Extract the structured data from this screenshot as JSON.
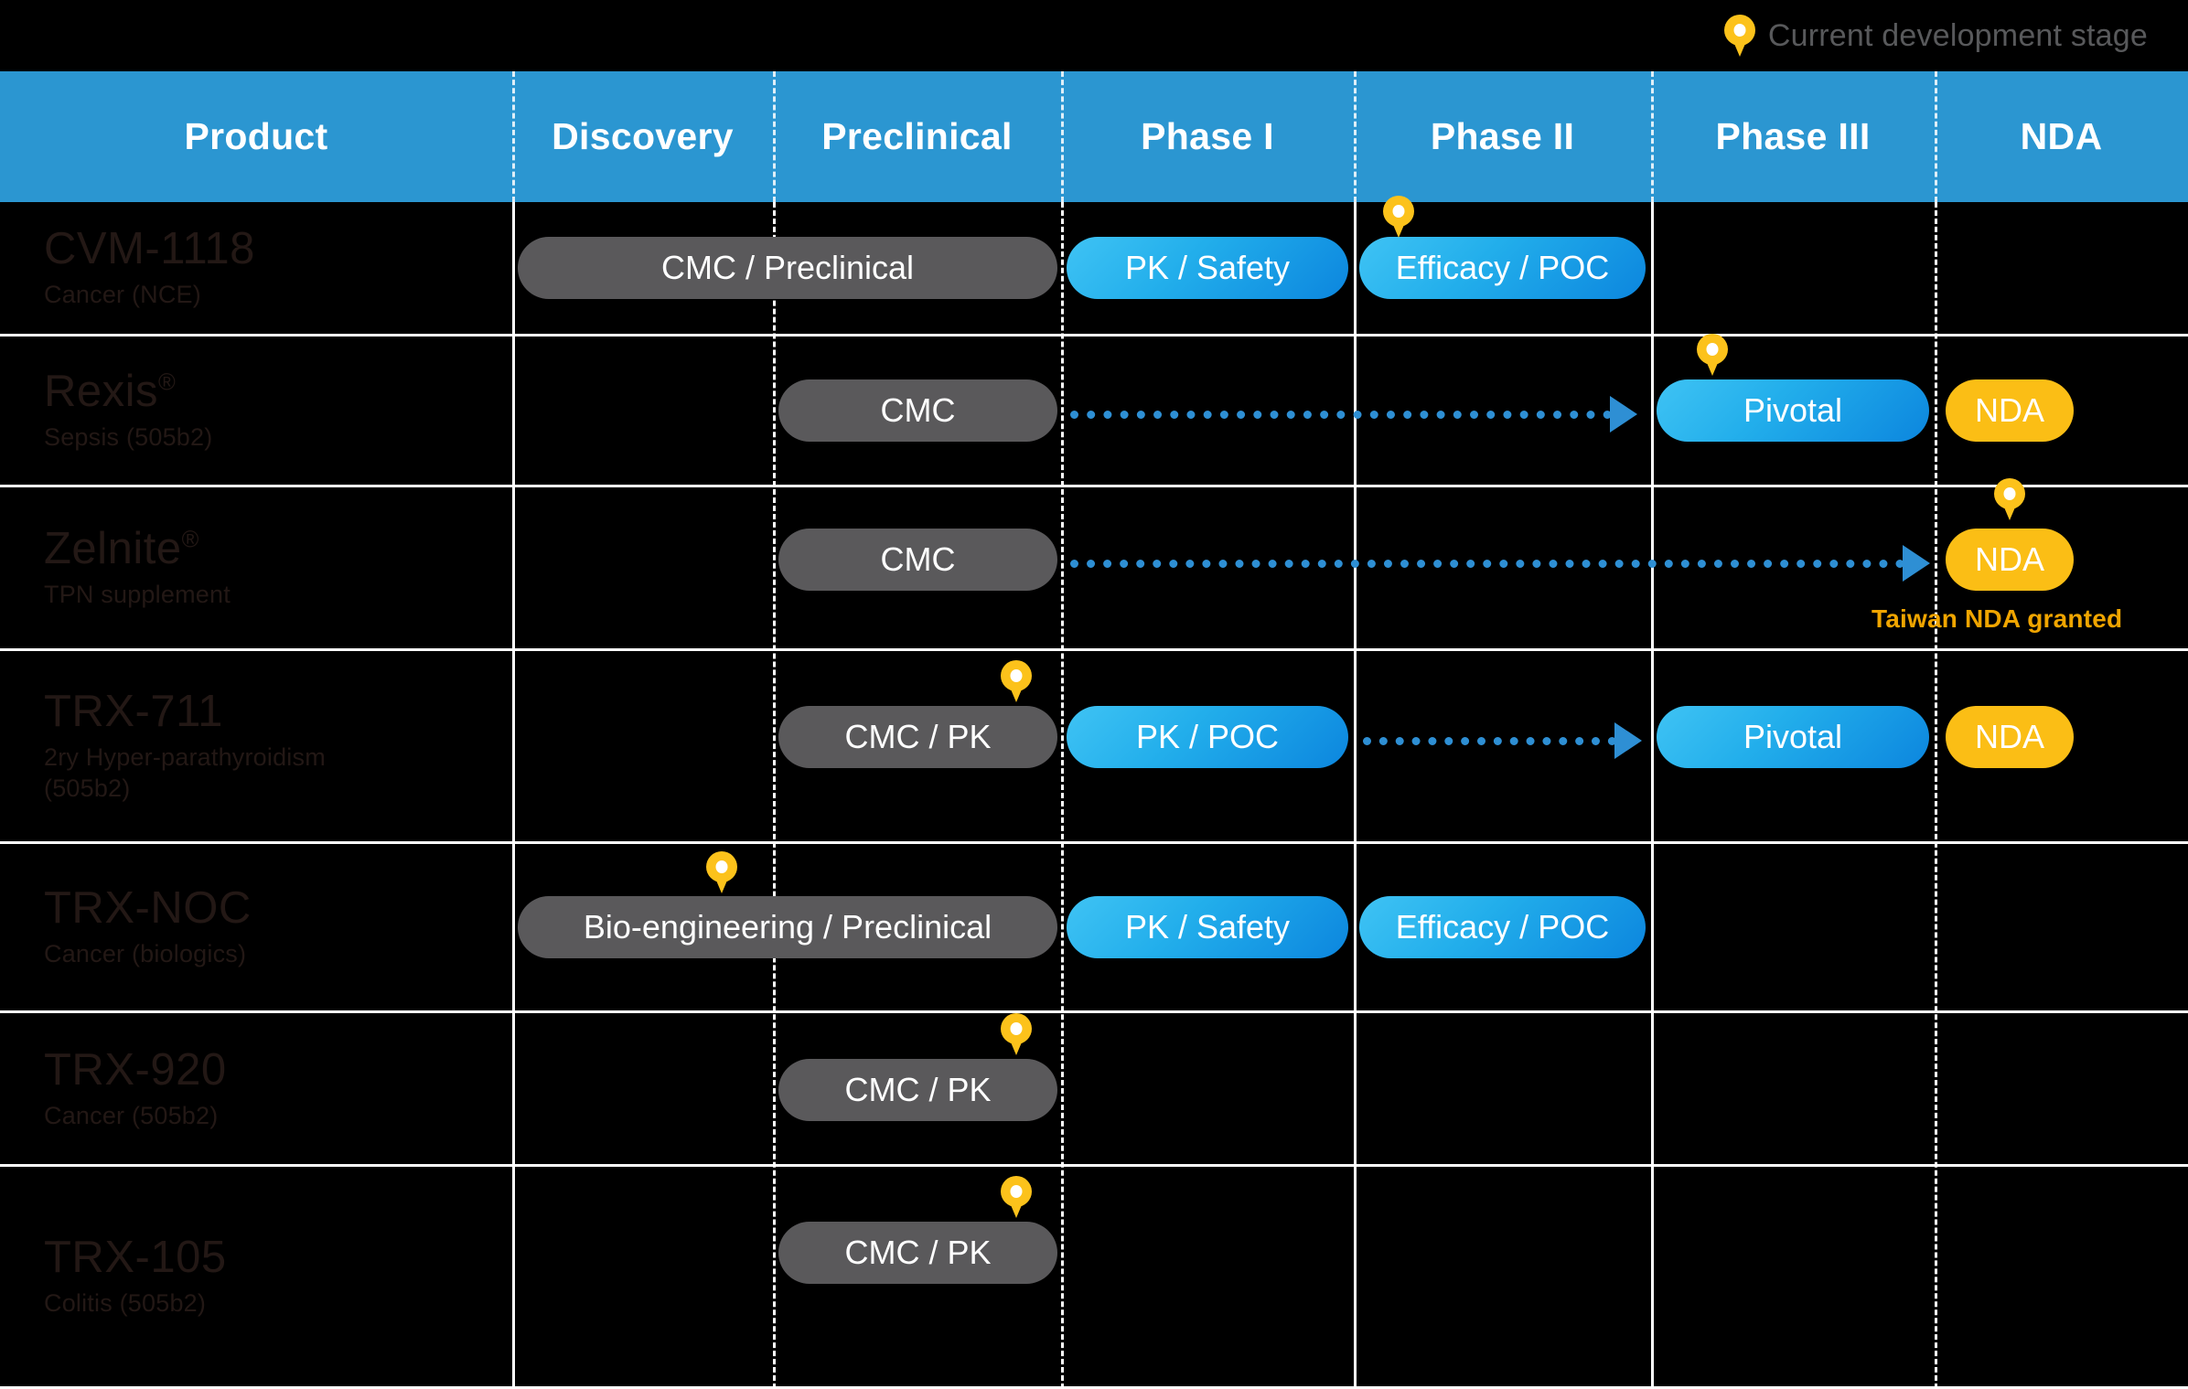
{
  "legend": {
    "marker_icon": "location-pin-icon",
    "label": "Current development stage",
    "marker_color": "#FCC21B",
    "label_color": "#58595B"
  },
  "colors": {
    "header_blue": "#2B96D1",
    "pill_gray": "#5A595B",
    "pill_blue_light": "#3FC3F4",
    "pill_blue_dark": "#0C86DE",
    "pill_yellow": "#FBBE15",
    "arrow_blue": "#2E8FD4",
    "note_orange": "#F0A500",
    "product_text": "#231815",
    "grid_white": "#FFFFFF",
    "background": "#000000"
  },
  "chart_data": {
    "type": "table",
    "title": "Product development pipeline",
    "columns": [
      "Product",
      "Discovery",
      "Preclinical",
      "Phase I",
      "Phase II",
      "Phase III",
      "NDA"
    ],
    "legend_entries": [
      "Current development stage"
    ],
    "rows": [
      {
        "product": "CVM-1118",
        "indication": "Cancer (NCE)",
        "stages": [
          {
            "label": "CMC / Preclinical",
            "style": "gray",
            "from": "Discovery",
            "to": "Preclinical"
          },
          {
            "label": "PK / Safety",
            "style": "blue",
            "from": "Phase I",
            "to": "Phase I"
          },
          {
            "label": "Efficacy / POC",
            "style": "blue",
            "from": "Phase II",
            "to": "Phase II"
          }
        ],
        "current_stage": "Phase II",
        "arrow": null,
        "note": null
      },
      {
        "product": "Rexis",
        "product_mark": "®",
        "indication": "Sepsis (505b2)",
        "stages": [
          {
            "label": "CMC",
            "style": "gray",
            "from": "Preclinical",
            "to": "Preclinical"
          },
          {
            "label": "Pivotal",
            "style": "blue",
            "from": "Phase III",
            "to": "Phase III"
          },
          {
            "label": "NDA",
            "style": "yellow",
            "from": "NDA",
            "to": "NDA"
          }
        ],
        "current_stage": "Phase III",
        "arrow": {
          "from": "Phase I",
          "to": "Phase III"
        },
        "note": null
      },
      {
        "product": "Zelnite",
        "product_mark": "®",
        "indication": "TPN supplement",
        "stages": [
          {
            "label": "CMC",
            "style": "gray",
            "from": "Preclinical",
            "to": "Preclinical"
          },
          {
            "label": "NDA",
            "style": "yellow",
            "from": "NDA",
            "to": "NDA"
          }
        ],
        "current_stage": "NDA",
        "arrow": {
          "from": "Phase I",
          "to": "NDA"
        },
        "note": "Taiwan NDA granted"
      },
      {
        "product": "TRX-711",
        "indication": "2ry Hyper-parathyroidism",
        "indication2": "(505b2)",
        "stages": [
          {
            "label": "CMC / PK",
            "style": "gray",
            "from": "Preclinical",
            "to": "Preclinical"
          },
          {
            "label": "PK / POC",
            "style": "blue",
            "from": "Phase I",
            "to": "Phase I"
          },
          {
            "label": "Pivotal",
            "style": "blue",
            "from": "Phase III",
            "to": "Phase III"
          },
          {
            "label": "NDA",
            "style": "yellow",
            "from": "NDA",
            "to": "NDA"
          }
        ],
        "current_stage": "Preclinical",
        "arrow": {
          "from": "Phase II",
          "to": "Phase II"
        },
        "note": null
      },
      {
        "product": "TRX-NOC",
        "indication": "Cancer (biologics)",
        "stages": [
          {
            "label": "Bio-engineering / Preclinical",
            "style": "gray",
            "from": "Discovery",
            "to": "Preclinical"
          },
          {
            "label": "PK / Safety",
            "style": "blue",
            "from": "Phase I",
            "to": "Phase I"
          },
          {
            "label": "Efficacy / POC",
            "style": "blue",
            "from": "Phase II",
            "to": "Phase II"
          }
        ],
        "current_stage": "Discovery",
        "arrow": null,
        "note": null
      },
      {
        "product": "TRX-920",
        "indication": "Cancer (505b2)",
        "stages": [
          {
            "label": "CMC / PK",
            "style": "gray",
            "from": "Preclinical",
            "to": "Preclinical"
          }
        ],
        "current_stage": "Preclinical",
        "arrow": null,
        "note": null
      },
      {
        "product": "TRX-105",
        "indication": "Colitis (505b2)",
        "stages": [
          {
            "label": "CMC / PK",
            "style": "gray",
            "from": "Preclinical",
            "to": "Preclinical"
          }
        ],
        "current_stage": "Preclinical",
        "arrow": null,
        "note": null
      }
    ]
  },
  "header": {
    "columns": [
      {
        "label": "Product"
      },
      {
        "label": "Discovery"
      },
      {
        "label": "Preclinical"
      },
      {
        "label": "Phase I"
      },
      {
        "label": "Phase II"
      },
      {
        "label": "Phase III"
      },
      {
        "label": "NDA"
      }
    ]
  },
  "rows": [
    {
      "product": "CVM-1118",
      "indication": "Cancer (NCE)",
      "indication2": "",
      "mark": "",
      "pills": [
        {
          "label": "CMC / Preclinical"
        },
        {
          "label": "PK / Safety"
        },
        {
          "label": "Efficacy / POC"
        }
      ],
      "note": ""
    },
    {
      "product": "Rexis",
      "mark": "®",
      "indication": "Sepsis (505b2)",
      "indication2": "",
      "pills": [
        {
          "label": "CMC"
        },
        {
          "label": "Pivotal"
        },
        {
          "label": "NDA"
        }
      ],
      "note": ""
    },
    {
      "product": "Zelnite",
      "mark": "®",
      "indication": "TPN supplement",
      "indication2": "",
      "pills": [
        {
          "label": "CMC"
        },
        {
          "label": "NDA"
        }
      ],
      "note": "Taiwan NDA granted"
    },
    {
      "product": "TRX-711",
      "mark": "",
      "indication": "2ry Hyper-parathyroidism",
      "indication2": "(505b2)",
      "pills": [
        {
          "label": "CMC / PK"
        },
        {
          "label": "PK / POC"
        },
        {
          "label": "Pivotal"
        },
        {
          "label": "NDA"
        }
      ],
      "note": ""
    },
    {
      "product": "TRX-NOC",
      "mark": "",
      "indication": "Cancer (biologics)",
      "indication2": "",
      "pills": [
        {
          "label": "Bio-engineering / Preclinical"
        },
        {
          "label": "PK / Safety"
        },
        {
          "label": "Efficacy / POC"
        }
      ],
      "note": ""
    },
    {
      "product": "TRX-920",
      "mark": "",
      "indication": "Cancer (505b2)",
      "indication2": "",
      "pills": [
        {
          "label": "CMC / PK"
        }
      ],
      "note": ""
    },
    {
      "product": "TRX-105",
      "mark": "",
      "indication": "Colitis (505b2)",
      "indication2": "",
      "pills": [
        {
          "label": "CMC / PK"
        }
      ],
      "note": ""
    }
  ]
}
